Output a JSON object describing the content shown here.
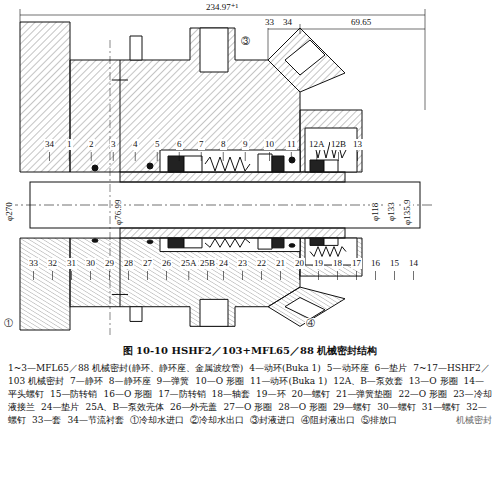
{
  "diagram": {
    "caption": "图 10-10 HSHF2／103+MFL65／88 机械密封结构",
    "labels": [
      "234.97⁺¹",
      "33",
      "34",
      "69.65",
      "③",
      "φ270",
      "φ76.99",
      "φ118",
      "φ133",
      "φ135.9",
      "34",
      "1",
      "2",
      "3",
      "4",
      "5",
      "6",
      "7",
      "8",
      "9",
      "10",
      "11",
      "12A",
      "12B",
      "13",
      "33",
      "32",
      "31",
      "30",
      "29",
      "28",
      "27",
      "26",
      "25A",
      "25B",
      "24",
      "23",
      "22",
      "21",
      "20",
      "19",
      "18",
      "17",
      "16",
      "15",
      "14",
      "①",
      "④",
      "1~3—MFL65／88 机械密封(静环、静环座、金属波纹管)",
      "4—动环(Buka 1)",
      "5—动环座",
      "6—垫片",
      "7~17—HSHF2／103 机械密封",
      "7—静环",
      "8—静环座",
      "9—弹簧",
      "10—O 形圈",
      "11—动环(Buka 1)",
      "12A、B—泵效套",
      "13—O 形圈",
      "14—平头螺钉",
      "15—防转销",
      "16—O 形圈",
      "17—防转销",
      "18—轴套",
      "19—环",
      "20—螺钉",
      "21—弹簧垫圈",
      "22—O 形圈",
      "23—冷却液接兰",
      "24—垫片",
      "25A、B—泵效壳体",
      "26—外壳盖",
      "27—O 形圈",
      "28—O 形圈",
      "29—螺钉",
      "30—螺钉",
      "31—螺钉",
      "32—螺钉",
      "33—套",
      "34—节流衬套",
      "①冷却水进口",
      "②冷却水出口",
      "③封液进口",
      "④阻封液出口",
      "⑤排放口",
      "机械密封"
    ]
  }
}
